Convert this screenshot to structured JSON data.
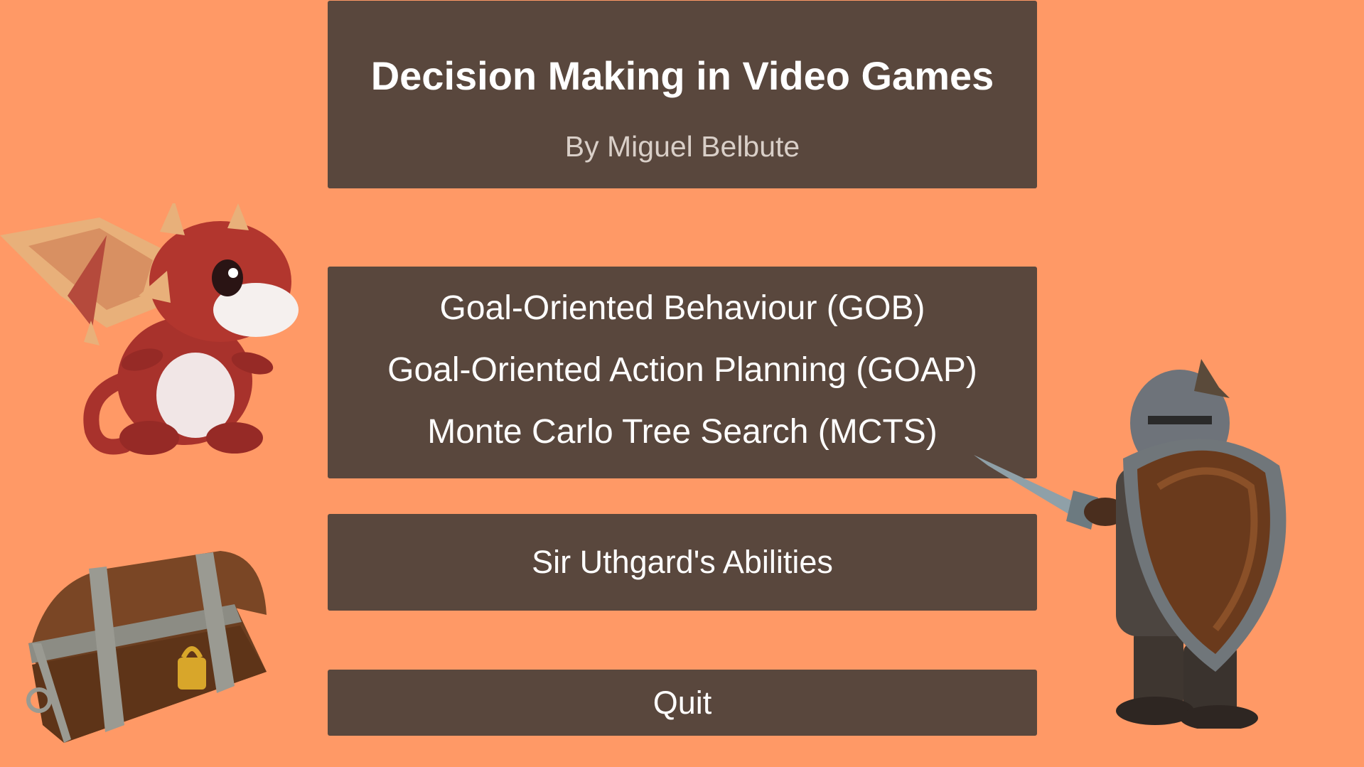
{
  "header": {
    "title": "Decision Making in Video Games",
    "subtitle": "By Miguel Belbute"
  },
  "menu": {
    "items": [
      {
        "label": "Goal-Oriented Behaviour (GOB)"
      },
      {
        "label": "Goal-Oriented Action Planning (GOAP)"
      },
      {
        "label": "Monte Carlo Tree Search (MCTS)"
      }
    ]
  },
  "buttons": {
    "abilities_label": "Sir Uthgard's Abilities",
    "quit_label": "Quit"
  },
  "characters": {
    "left_top": "dragon",
    "left_bottom": "treasure-chest",
    "right": "knight"
  },
  "colors": {
    "background": "#FF9966",
    "panel": "#59473D",
    "text": "#FFFFFF",
    "subtitle_text": "#D9CFC8"
  }
}
